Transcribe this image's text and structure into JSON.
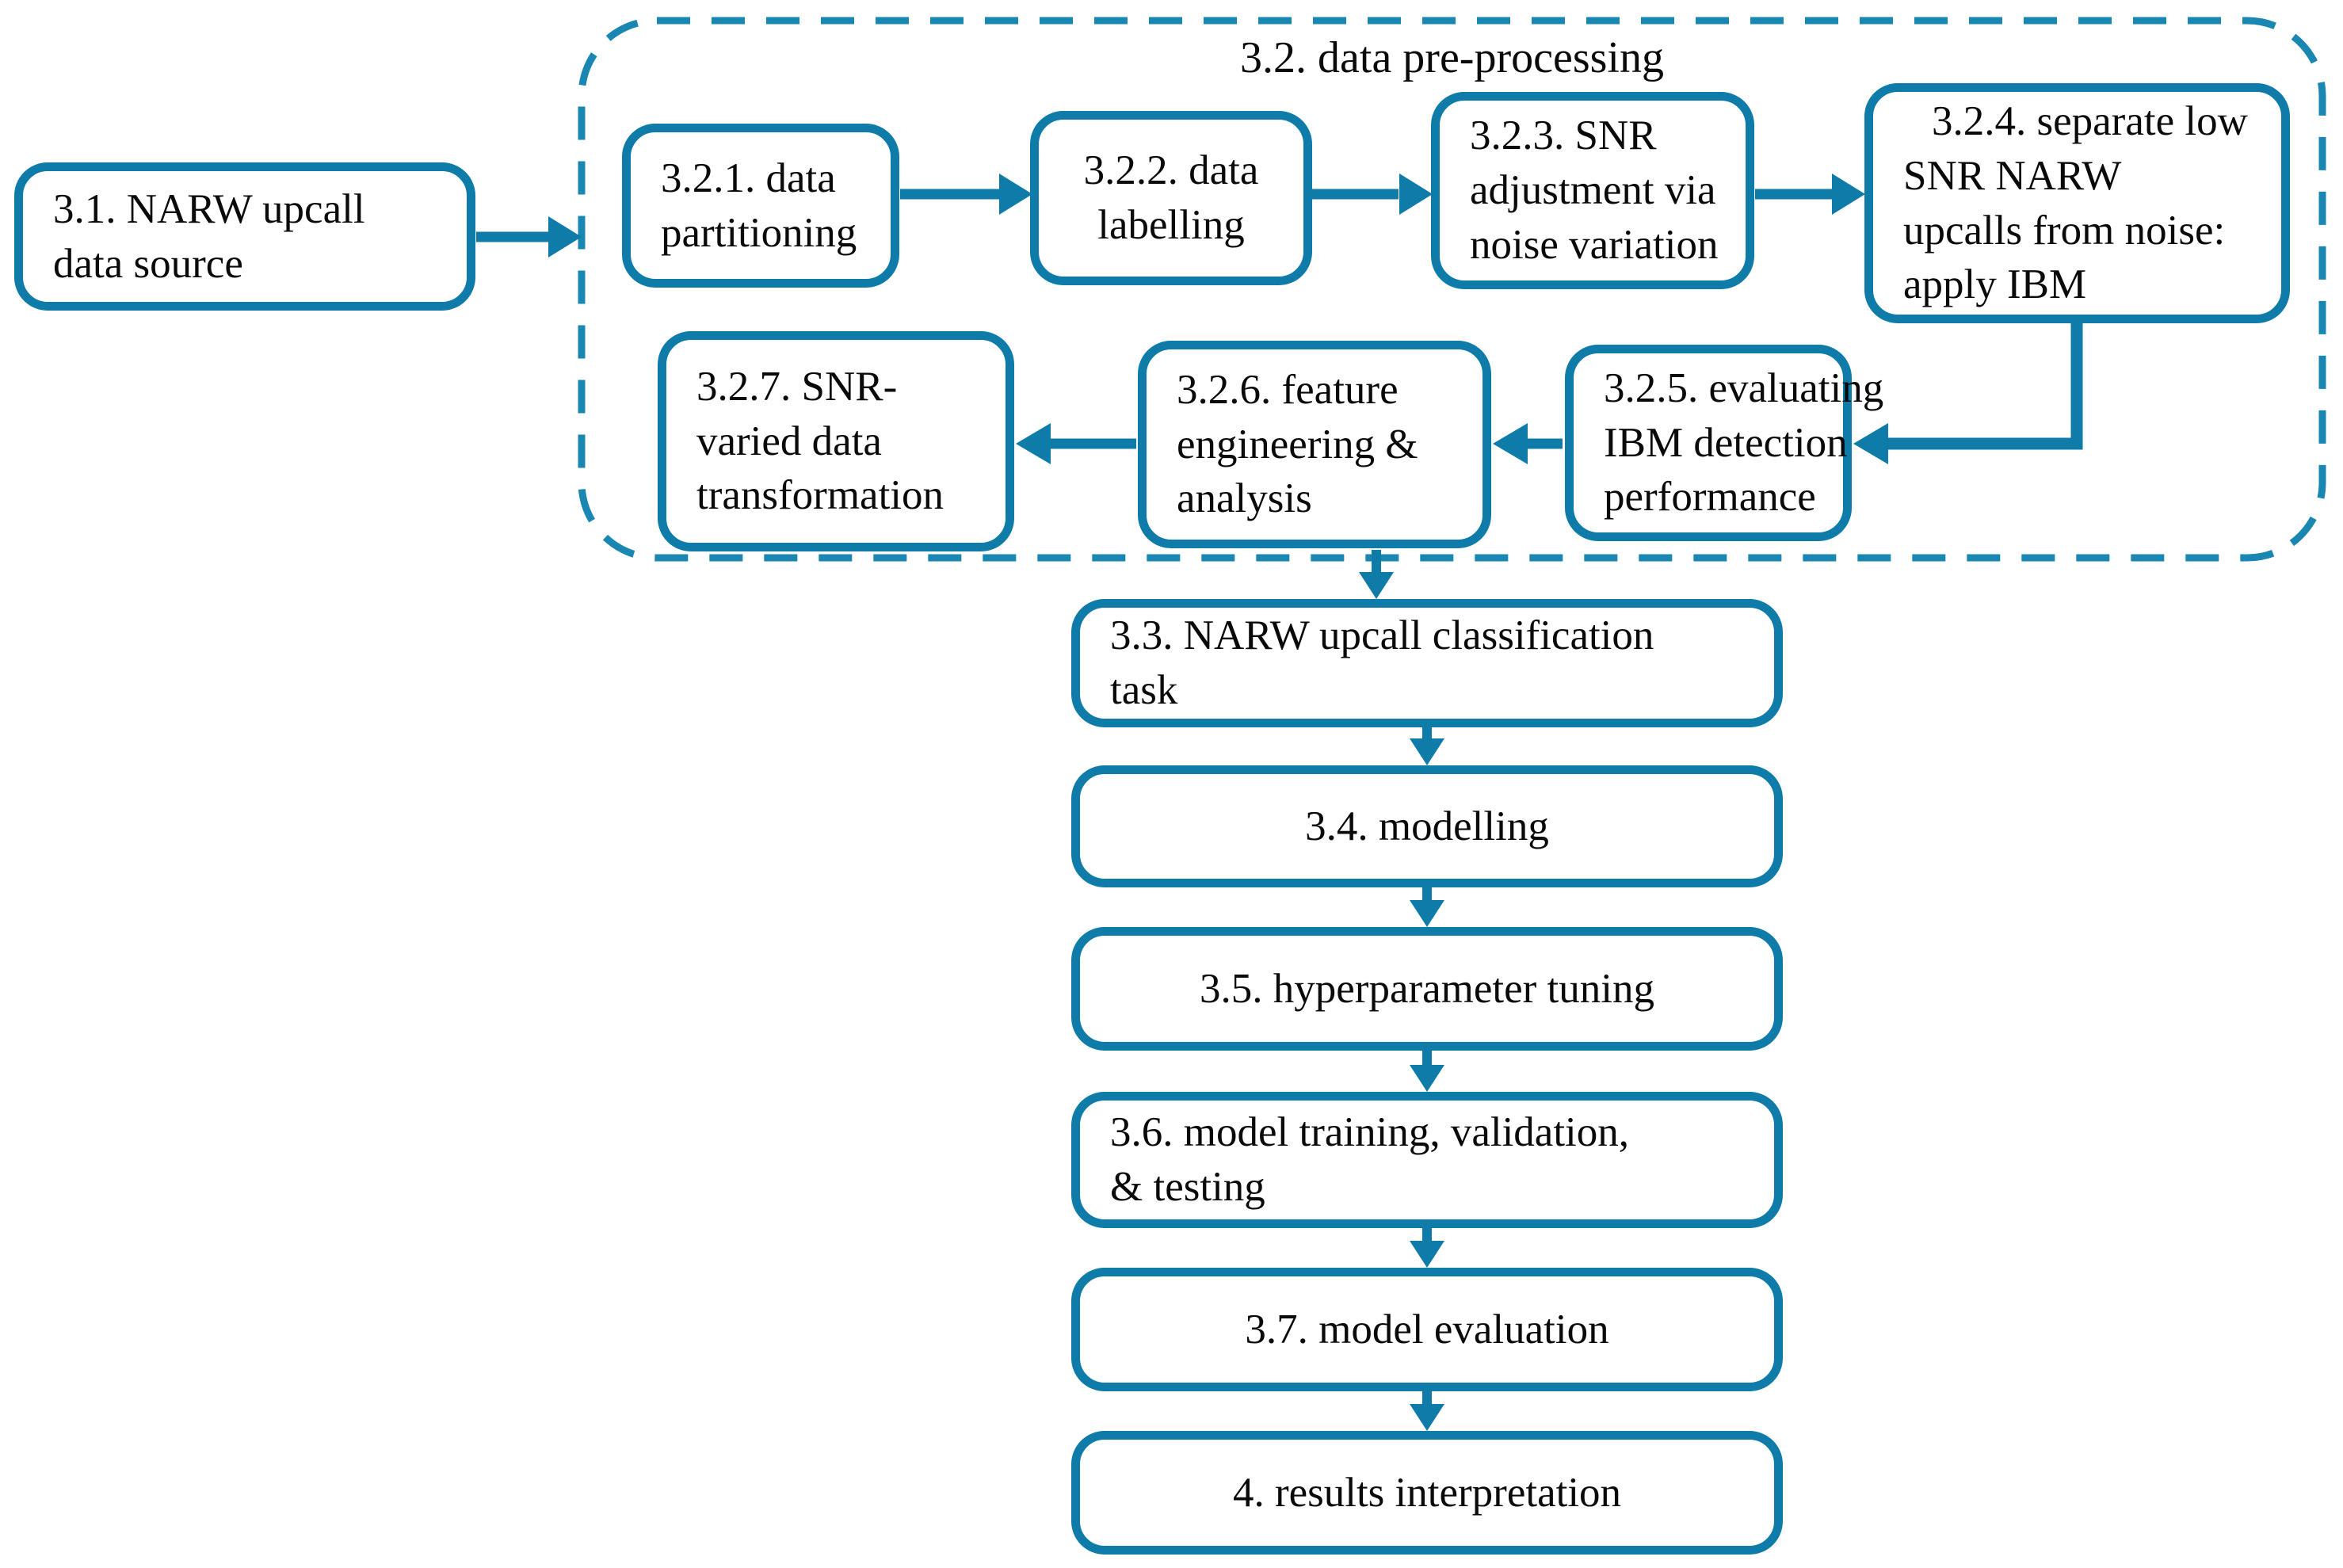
{
  "colors": {
    "accent": "#0e7ba8",
    "accent_dash": "#1987b2",
    "text": "#0a0a0a",
    "background": "#ffffff"
  },
  "container": {
    "label": "3.2. data pre-processing"
  },
  "boxes": {
    "b31": {
      "lines": [
        "3.1. NARW upcall",
        "data source"
      ]
    },
    "b321": {
      "lines": [
        "3.2.1. data",
        "partitioning"
      ]
    },
    "b322": {
      "lines": [
        "3.2.2. data",
        "labelling"
      ]
    },
    "b323": {
      "lines": [
        "3.2.3. SNR",
        "adjustment via",
        "noise variation"
      ]
    },
    "b324": {
      "lines": [
        "3.2.4. separate low",
        "SNR NARW",
        "upcalls from noise:",
        "apply IBM"
      ]
    },
    "b325": {
      "lines": [
        "3.2.5. evaluating",
        "IBM detection",
        "performance"
      ]
    },
    "b326": {
      "lines": [
        "3.2.6. feature",
        "engineering &",
        "analysis"
      ]
    },
    "b327": {
      "lines": [
        "3.2.7. SNR-",
        "varied data",
        "transformation"
      ]
    },
    "b33": {
      "lines": [
        "3.3. NARW upcall classification",
        "task"
      ]
    },
    "b34": {
      "lines": [
        "3.4. modelling"
      ]
    },
    "b35": {
      "lines": [
        "3.5. hyperparameter tuning"
      ]
    },
    "b36": {
      "lines": [
        "3.6. model training, validation,",
        "& testing"
      ]
    },
    "b37": {
      "lines": [
        "3.7. model evaluation"
      ]
    },
    "b4": {
      "lines": [
        "4. results interpretation"
      ]
    }
  },
  "edges": [
    {
      "from": "3.1",
      "to": "3.2"
    },
    {
      "from": "3.2.1",
      "to": "3.2.2"
    },
    {
      "from": "3.2.2",
      "to": "3.2.3"
    },
    {
      "from": "3.2.3",
      "to": "3.2.4"
    },
    {
      "from": "3.2.4",
      "to": "3.2.5"
    },
    {
      "from": "3.2.5",
      "to": "3.2.6"
    },
    {
      "from": "3.2.6",
      "to": "3.2.7"
    },
    {
      "from": "3.2",
      "to": "3.3"
    },
    {
      "from": "3.3",
      "to": "3.4"
    },
    {
      "from": "3.4",
      "to": "3.5"
    },
    {
      "from": "3.5",
      "to": "3.6"
    },
    {
      "from": "3.6",
      "to": "3.7"
    },
    {
      "from": "3.7",
      "to": "4"
    }
  ]
}
